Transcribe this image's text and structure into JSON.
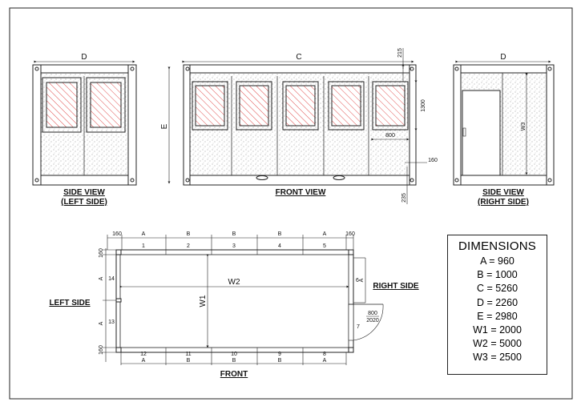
{
  "views": {
    "side_left": [
      "SIDE VIEW",
      "(LEFT SIDE)"
    ],
    "front": "FRONT VIEW",
    "side_right": [
      "SIDE VIEW",
      "(RIGHT SIDE)"
    ]
  },
  "elevation_dims": {
    "left_width": "D",
    "front_width": "C",
    "right_width": "D",
    "front_height": "E",
    "top_offset": "215",
    "window_height": "1300",
    "window_width": "800",
    "side_offset": "160",
    "bottom_offset": "235",
    "interior_height": "W3"
  },
  "plan": {
    "top_segments": [
      "160",
      "A",
      "B",
      "B",
      "B",
      "A",
      "160"
    ],
    "top_panels": [
      "1",
      "2",
      "3",
      "4",
      "5"
    ],
    "bottom_panels": [
      "12",
      "11",
      "10",
      "9",
      "8"
    ],
    "bottom_segments": [
      "A",
      "B",
      "B",
      "B",
      "A"
    ],
    "left_segments": [
      "160",
      "A",
      "A",
      "160"
    ],
    "left_panels": [
      "14",
      "13"
    ],
    "inner_width": "W2",
    "inner_height": "W1",
    "right_panel": "6",
    "right_panel_seg": "A",
    "door_panel": "7",
    "door_size_top": "800",
    "door_size_bottom": "2020",
    "label_left": "LEFT SIDE",
    "label_right": "RIGHT SIDE",
    "label_front": "FRONT"
  },
  "dimensions": {
    "title": "DIMENSIONS",
    "items": [
      "A = 960",
      "B = 1000",
      "C = 5260",
      "D = 2260",
      "E = 2980",
      "W1 = 2000",
      "W2 = 5000",
      "W3 = 2500"
    ]
  }
}
